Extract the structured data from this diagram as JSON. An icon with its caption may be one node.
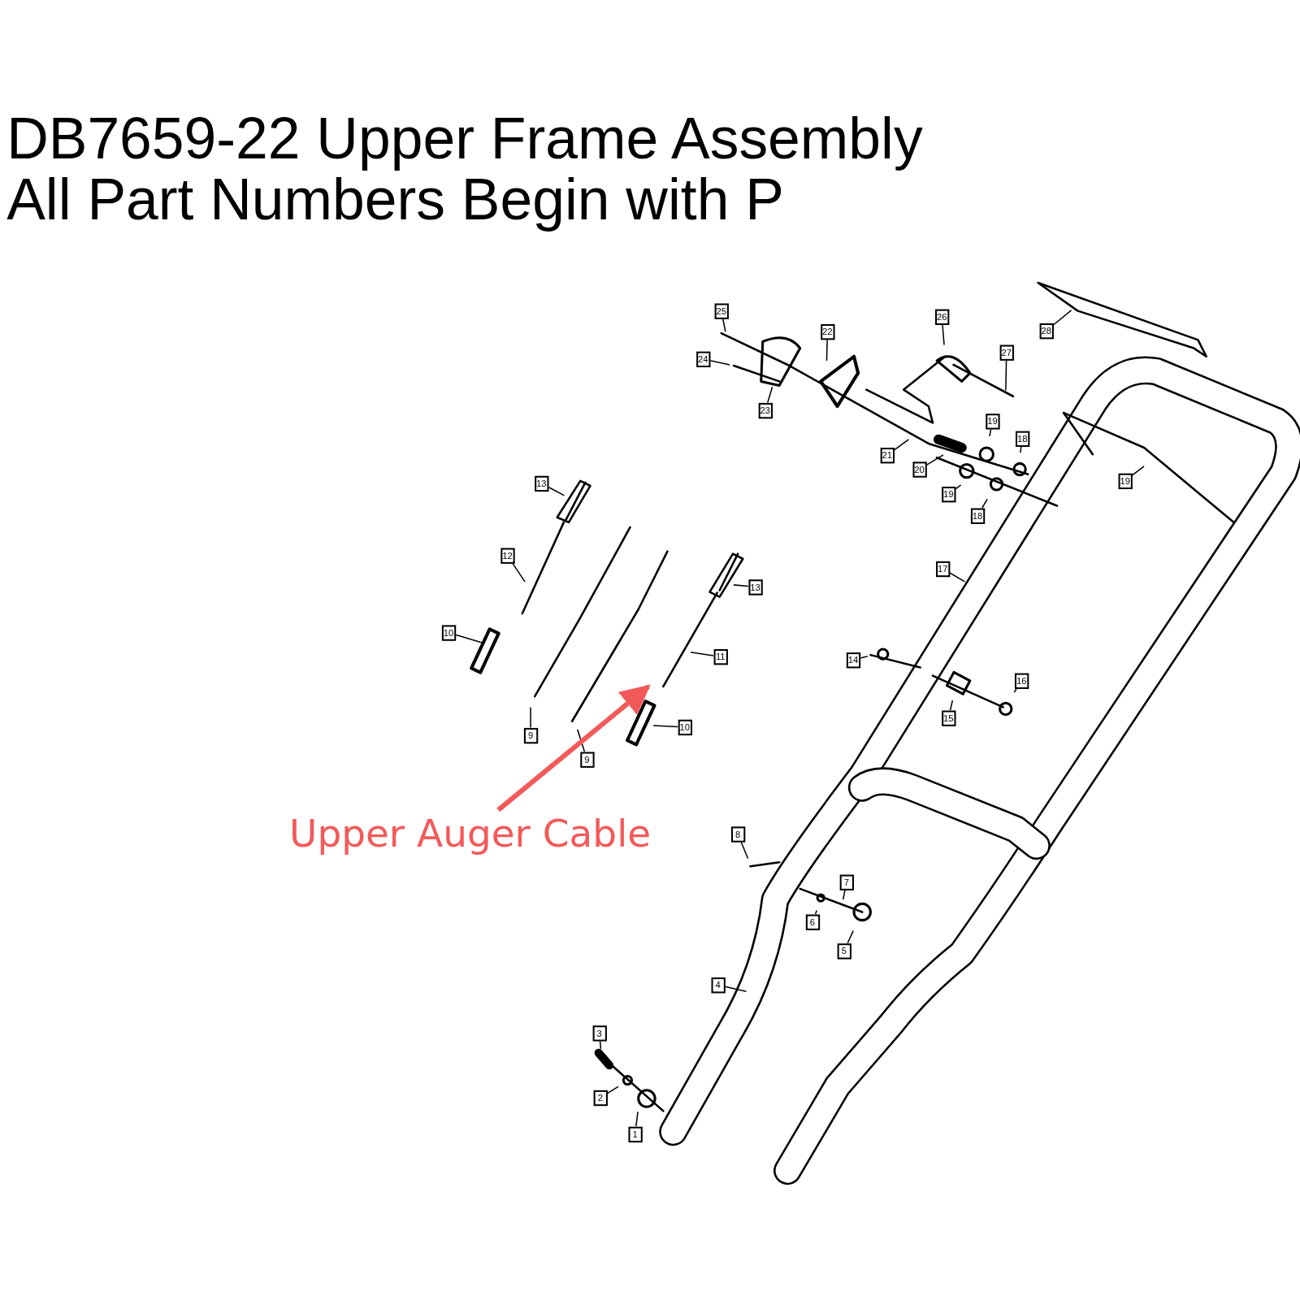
{
  "diagram": {
    "title": "DB7659-22 Upper Frame Assembly",
    "nodes": [
      {
        "text": [
          "25"
        ]
      },
      {
        "text": [
          "26"
        ]
      },
      {
        "text": [
          "28"
        ]
      },
      {
        "text": [
          "22"
        ]
      },
      {
        "text": [
          "27"
        ]
      },
      {
        "text": [
          "24"
        ]
      },
      {
        "text": [
          "23"
        ]
      },
      {
        "text": [
          "19"
        ]
      },
      {
        "text": [
          "18"
        ]
      },
      {
        "text": [
          "21"
        ]
      },
      {
        "text": [
          "20"
        ]
      },
      {
        "text": [
          "19"
        ]
      },
      {
        "text": [
          "13"
        ]
      },
      {
        "text": [
          "19"
        ]
      },
      {
        "text": [
          "18"
        ]
      },
      {
        "text": [
          "12"
        ]
      },
      {
        "text": [
          "17"
        ]
      },
      {
        "text": [
          "13"
        ]
      },
      {
        "text": [
          "10"
        ]
      },
      {
        "text": [
          "11"
        ]
      },
      {
        "text": [
          "14"
        ]
      },
      {
        "text": [
          "16"
        ]
      },
      {
        "text": [
          "15"
        ]
      },
      {
        "text": [
          "10"
        ]
      },
      {
        "text": [
          "9"
        ]
      },
      {
        "text": [
          "9"
        ]
      },
      {
        "text": [
          "8"
        ]
      },
      {
        "text": [
          "Upper Auger Cable"
        ]
      },
      {
        "text": [
          "7"
        ]
      },
      {
        "text": [
          "6"
        ]
      },
      {
        "text": [
          "5"
        ]
      },
      {
        "text": [
          "4"
        ]
      },
      {
        "text": [
          "3"
        ]
      },
      {
        "text": [
          "2"
        ]
      },
      {
        "text": [
          "1"
        ]
      }
    ],
    "edges": [
      {
        "from": 0,
        "to": null,
        "arrow": "none"
      },
      {
        "from": 1,
        "to": null,
        "arrow": "none"
      },
      {
        "from": 2,
        "to": null,
        "arrow": "none"
      },
      {
        "from": 3,
        "to": null,
        "arrow": "none"
      },
      {
        "from": 4,
        "to": null,
        "arrow": "none"
      },
      {
        "from": 5,
        "to": null,
        "arrow": "none"
      },
      {
        "from": 6,
        "to": null,
        "arrow": "none"
      },
      {
        "from": 7,
        "to": null,
        "arrow": "none"
      },
      {
        "from": 8,
        "to": null,
        "arrow": "none"
      },
      {
        "from": 9,
        "to": null,
        "arrow": "none"
      },
      {
        "from": 10,
        "to": null,
        "arrow": "none"
      },
      {
        "from": 11,
        "to": null,
        "arrow": "none"
      },
      {
        "from": 12,
        "to": null,
        "arrow": "none"
      },
      {
        "from": 13,
        "to": null,
        "arrow": "none"
      },
      {
        "from": 14,
        "to": null,
        "arrow": "none"
      },
      {
        "from": 15,
        "to": null,
        "arrow": "none"
      },
      {
        "from": 16,
        "to": null,
        "arrow": "none"
      },
      {
        "from": 17,
        "to": null,
        "arrow": "none"
      },
      {
        "from": 18,
        "to": null,
        "arrow": "none"
      },
      {
        "from": 19,
        "to": null,
        "arrow": "none"
      },
      {
        "from": 20,
        "to": null,
        "arrow": "none"
      },
      {
        "from": 21,
        "to": null,
        "arrow": "none"
      },
      {
        "from": 22,
        "to": null,
        "arrow": "none"
      },
      {
        "from": 23,
        "to": null,
        "arrow": "none"
      },
      {
        "from": 24,
        "to": null,
        "arrow": "none"
      },
      {
        "from": 25,
        "to": null,
        "arrow": "none"
      },
      {
        "from": 26,
        "to": null,
        "arrow": "none"
      },
      {
        "from": 27,
        "to": null,
        "arrow": "to",
        "style": "thick",
        "color": "#f25a5a"
      },
      {
        "from": 28,
        "to": null,
        "arrow": "none"
      },
      {
        "from": 29,
        "to": null,
        "arrow": "none"
      },
      {
        "from": 30,
        "to": null,
        "arrow": "none"
      },
      {
        "from": 31,
        "to": null,
        "arrow": "none"
      },
      {
        "from": 32,
        "to": null,
        "arrow": "none"
      },
      {
        "from": 33,
        "to": null,
        "arrow": "none"
      },
      {
        "from": 34,
        "to": null,
        "arrow": "none"
      }
    ],
    "labels": [
      "All Part Numbers Begin with P"
    ]
  }
}
